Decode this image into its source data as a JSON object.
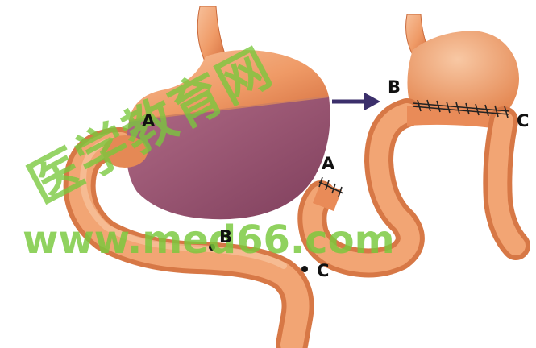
{
  "labels": {
    "left_a": "A",
    "left_b": "B",
    "left_c": "C",
    "right_a": "A",
    "right_b": "B",
    "right_c": "C"
  },
  "watermark": {
    "chinese": "医学教育网",
    "url": "www.med66.com"
  },
  "colors": {
    "tissue": "#ef9a66",
    "tissue_dark": "#d46e3f",
    "resected_part": "#9b5572",
    "arrow": "#3b2f6b",
    "watermark": "#78c83c"
  }
}
